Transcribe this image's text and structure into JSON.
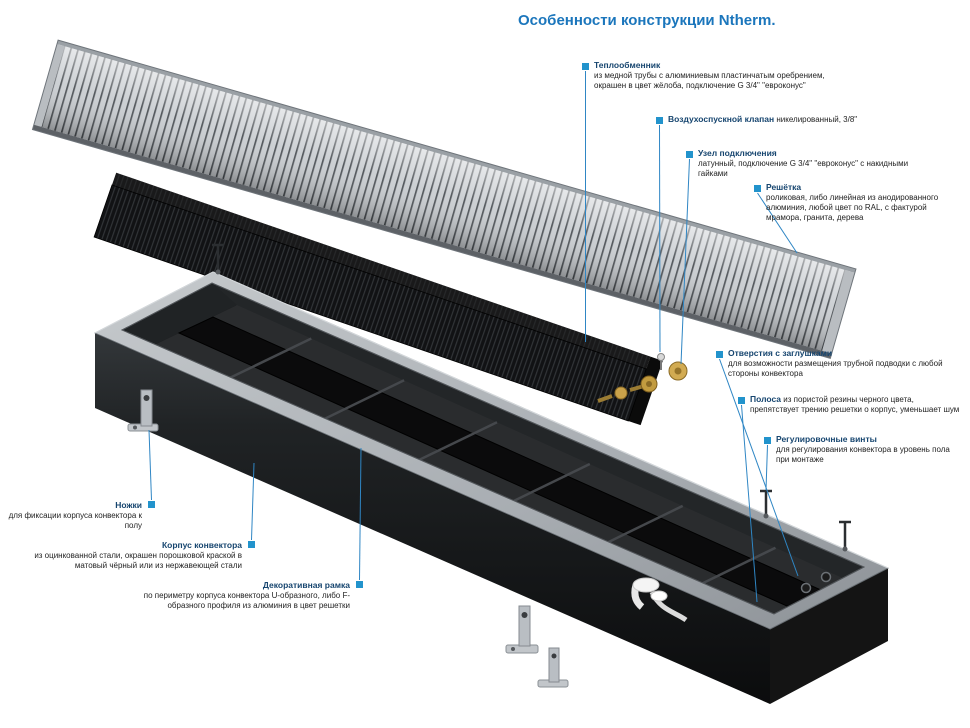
{
  "title": "Особенности конструкции Ntherm.",
  "colors": {
    "accent": "#1b76bc",
    "marker": "#2293cc",
    "leader": "#2f86c4"
  },
  "callouts": {
    "heat_exchanger": {
      "title": "Теплообменник",
      "desc": "из медной трубы с алюминиевым пластинчатым оребрением, окрашен в цвет жёлоба, подключение G 3/4\" \"евроконус\""
    },
    "air_valve": {
      "title": "Воздухоспускной клапан",
      "desc": "никелированный, 3/8\""
    },
    "connection_unit": {
      "title": "Узел подключения",
      "desc": "латунный, подключение G 3/4\" \"евроконус\" с накидными гайками"
    },
    "grille": {
      "title": "Решётка",
      "desc": "роликовая, либо линейная из анодированного алюминия, любой цвет по RAL, с фактурой мрамора, гранита, дерева"
    },
    "holes": {
      "title": "Отверстия с заглушками",
      "desc": "для возможности размещения трубной подводки с любой стороны конвектора"
    },
    "strip": {
      "title": "Полоса",
      "desc": "из пористой резины черного цвета, препятствует трению решетки о корпус, уменьшает шум"
    },
    "screws": {
      "title": "Регулировочные винты",
      "desc": "для регулирования конвектора в уровень пола при монтаже"
    },
    "feet": {
      "title": "Ножки",
      "desc": "для фиксации корпуса конвектора к полу"
    },
    "body": {
      "title": "Корпус конвектора",
      "desc": "из оцинкованной стали, окрашен порошковой краской в матовый чёрный или из нержавеющей стали"
    },
    "frame": {
      "title": "Декоративная рамка",
      "desc": "по периметру корпуса конвектора U-образного, либо F-образного профиля из алюминия в цвет решетки"
    }
  }
}
